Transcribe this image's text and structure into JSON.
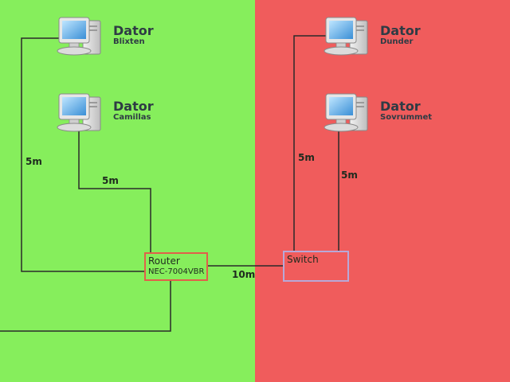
{
  "computers": [
    {
      "id": "blixten",
      "title": "Dator",
      "name": "Blixten"
    },
    {
      "id": "camillas",
      "title": "Dator",
      "name": "Camillas"
    },
    {
      "id": "dunder",
      "title": "Dator",
      "name": "Dunder"
    },
    {
      "id": "sovrummet",
      "title": "Dator",
      "name": "Sovrummet"
    }
  ],
  "router": {
    "label": "Router",
    "model": "NEC-7004VBR"
  },
  "switch": {
    "label": "Switch"
  },
  "cable_lengths": {
    "blixten": "5m",
    "camillas": "5m",
    "router_switch": "10m",
    "dunder": "5m",
    "sovrummet": "5m"
  },
  "colors": {
    "left_zone": "#86ee5c",
    "right_zone": "#f05c5c",
    "router_border": "#e0604a",
    "switch_border": "#b8a8d8"
  }
}
